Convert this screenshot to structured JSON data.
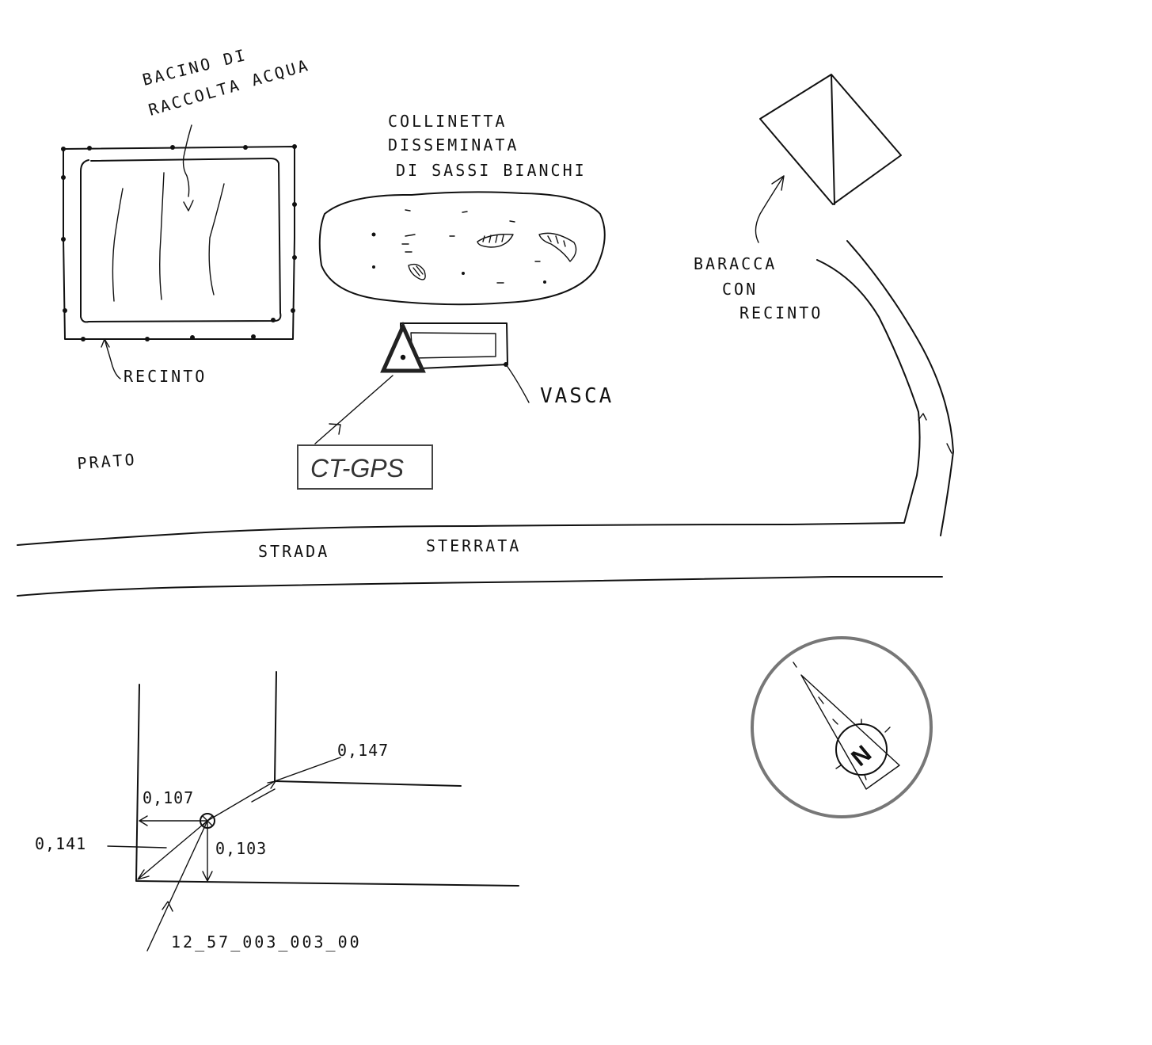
{
  "labels": {
    "bacino_line1": "BACINO DI",
    "bacino_line2": "RACCOLTA ACQUA",
    "collinetta_line1": "COLLINETTA",
    "collinetta_line2": "DISSEMINATA",
    "collinetta_line3": "DI SASSI BIANCHI",
    "baracca_line1": "BARACCA",
    "baracca_line2": "CON",
    "baracca_line3": "RECINTO",
    "recinto": "RECINTO",
    "vasca": "VASCA",
    "prato": "PRATO",
    "strada": "STRADA",
    "sterrata": "STERRATA",
    "ct_gps": "CT-GPS"
  },
  "measurements": {
    "d1": "0,147",
    "d2": "0,107",
    "d3": "0,141",
    "d4": "0,103",
    "point_id": "12_57_003_003_00"
  },
  "compass": {
    "north_letter": "N",
    "ring_color": "#777777"
  }
}
